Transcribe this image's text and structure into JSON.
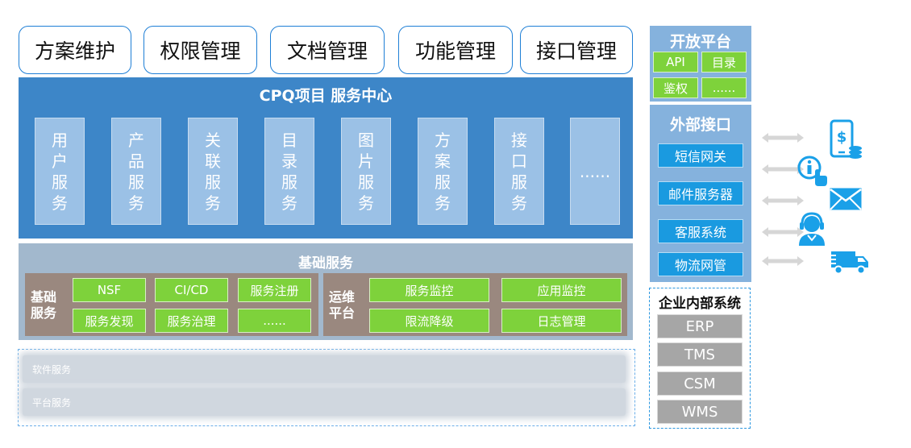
{
  "top_modules": [
    "方案维护",
    "权限管理",
    "文档管理",
    "功能管理",
    "接口管理"
  ],
  "service_center": {
    "title": "CPQ项目 服务中心",
    "services": [
      "用户服务",
      "产品服务",
      "关联服务",
      "目录服务",
      "图片服务",
      "方案服务",
      "接口服务",
      "......"
    ]
  },
  "base_services": {
    "title": "基础服务",
    "left_group": {
      "label": "基础服务",
      "items": [
        "NSF",
        "CI/CD",
        "服务注册",
        "服务发现",
        "服务治理",
        "......"
      ]
    },
    "right_group": {
      "label": "运维平台",
      "items": [
        "服务监控",
        "应用监控",
        "限流降级",
        "日志管理"
      ]
    }
  },
  "bottom_layers": [
    "软件服务",
    "平台服务"
  ],
  "open_platform": {
    "title": "开放平台",
    "items": [
      "API",
      "目录",
      "鉴权",
      "......"
    ]
  },
  "external_interfaces": {
    "title": "外部接口",
    "items": [
      "短信网关",
      "邮件服务器",
      "客服系统",
      "物流网管"
    ]
  },
  "enterprise_internal": {
    "title": "企业内部系统",
    "items": [
      "ERP",
      "TMS",
      "CSM",
      "WMS"
    ]
  },
  "icons": [
    "payment-phone-icon",
    "info-touch-icon",
    "mail-icon",
    "customer-service-icon",
    "delivery-truck-icon"
  ],
  "colors": {
    "service_center_bg": "#3d86c8",
    "service_card": "#9bc1e6",
    "green": "#7ed23b",
    "blue_button": "#1a9ae0",
    "icon_blue": "#1aa0e8"
  }
}
